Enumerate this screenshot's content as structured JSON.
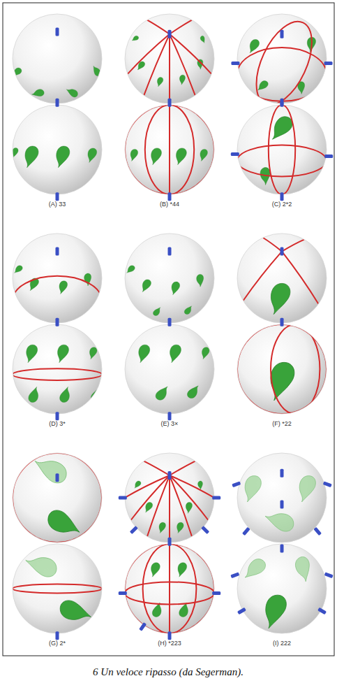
{
  "diagram": {
    "caption": "6 Un veloce ripasso (da Segerman).",
    "labels": [
      "(A) 33",
      "(B) *44",
      "(C) 2*2",
      "(D) 3*",
      "(E) 3×",
      "(F) *22",
      "(G) 2*",
      "(H) *223",
      "(I) 222"
    ]
  }
}
